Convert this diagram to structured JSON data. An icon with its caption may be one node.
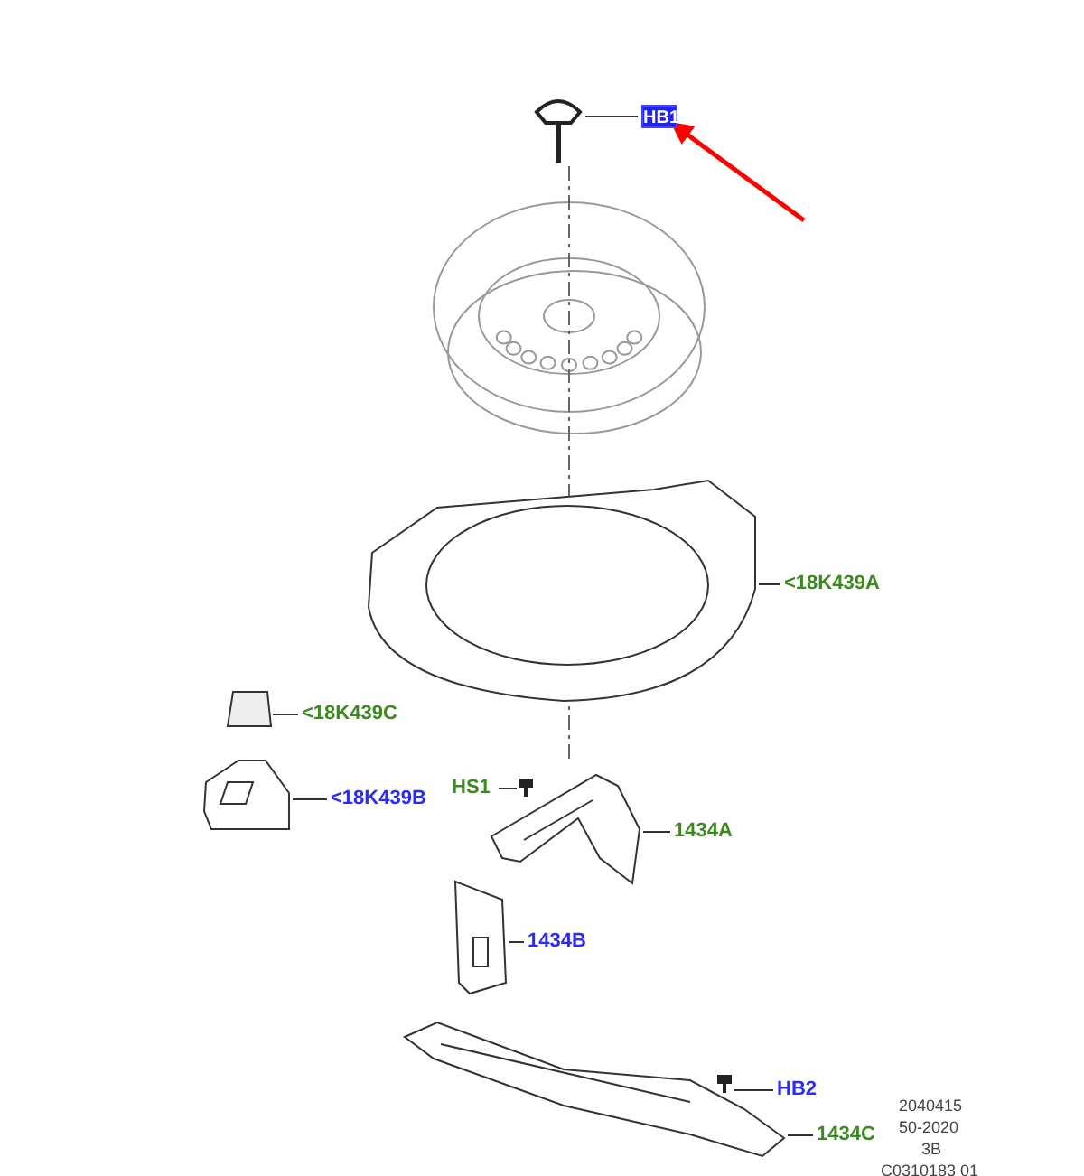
{
  "diagram": {
    "nodes": [
      {
        "text": [
          "HB1"
        ]
      },
      {
        "text": [],
        "shape": "picture"
      },
      {
        "text": [],
        "shape": "picture"
      },
      {
        "text": [
          "<18K439A"
        ]
      },
      {
        "text": [],
        "shape": "box"
      },
      {
        "text": [
          "<18K439C"
        ]
      },
      {
        "text": [],
        "shape": "picture"
      },
      {
        "text": [
          "<18K439B"
        ]
      },
      {
        "text": [
          "HS1"
        ]
      },
      {
        "text": [],
        "shape": "picture"
      },
      {
        "text": [],
        "shape": "picture"
      },
      {
        "text": [
          "1434A"
        ]
      },
      {
        "text": [],
        "shape": "picture"
      },
      {
        "text": [
          "1434B"
        ]
      },
      {
        "text": [],
        "shape": "picture"
      },
      {
        "text": [
          "HB2"
        ]
      },
      {
        "text": [],
        "shape": "picture"
      },
      {
        "text": [
          "1434C"
        ]
      }
    ],
    "edges": [
      {
        "from": 0,
        "to": 1,
        "arrow": "none"
      },
      {
        "from": null,
        "to": 0,
        "arrow": "to",
        "style": "thick",
        "color": "#ff0000"
      },
      {
        "from": 3,
        "to": 2,
        "arrow": "none"
      },
      {
        "from": 5,
        "to": 4,
        "arrow": "none"
      },
      {
        "from": 7,
        "to": 6,
        "arrow": "none"
      },
      {
        "from": 8,
        "to": 9,
        "arrow": "none"
      },
      {
        "from": 11,
        "to": 10,
        "arrow": "none"
      },
      {
        "from": 13,
        "to": 12,
        "arrow": "none"
      },
      {
        "from": 15,
        "to": 14,
        "arrow": "none"
      },
      {
        "from": 17,
        "to": 16,
        "arrow": "none"
      }
    ],
    "labels": [
      "2040415",
      "50-2020",
      "3B",
      "C0310183 01"
    ]
  }
}
